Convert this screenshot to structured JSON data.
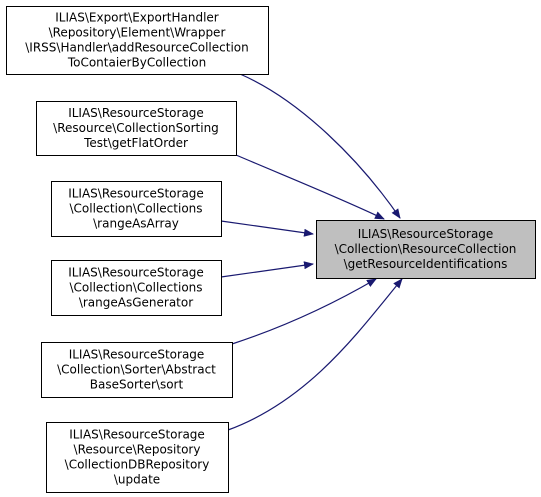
{
  "colors": {
    "edge": "#191970",
    "node_border": "#000000",
    "node_fill": "#ffffff",
    "target_fill": "#bfbfbf",
    "background": "#ffffff"
  },
  "target": {
    "lines": [
      "ILIAS\\ResourceStorage",
      "\\Collection\\ResourceCollection",
      "\\getResourceIdentifications"
    ]
  },
  "callers": [
    {
      "lines": [
        "ILIAS\\Export\\ExportHandler",
        "\\Repository\\Element\\Wrapper",
        "\\IRSS\\Handler\\addResourceCollection",
        "ToContaierByCollection"
      ]
    },
    {
      "lines": [
        "ILIAS\\ResourceStorage",
        "\\Resource\\CollectionSorting",
        "Test\\getFlatOrder"
      ]
    },
    {
      "lines": [
        "ILIAS\\ResourceStorage",
        "\\Collection\\Collections",
        "\\rangeAsArray"
      ]
    },
    {
      "lines": [
        "ILIAS\\ResourceStorage",
        "\\Collection\\Collections",
        "\\rangeAsGenerator"
      ]
    },
    {
      "lines": [
        "ILIAS\\ResourceStorage",
        "\\Collection\\Sorter\\Abstract",
        "BaseSorter\\sort"
      ]
    },
    {
      "lines": [
        "ILIAS\\ResourceStorage",
        "\\Resource\\Repository",
        "\\CollectionDBRepository",
        "\\update"
      ]
    }
  ]
}
